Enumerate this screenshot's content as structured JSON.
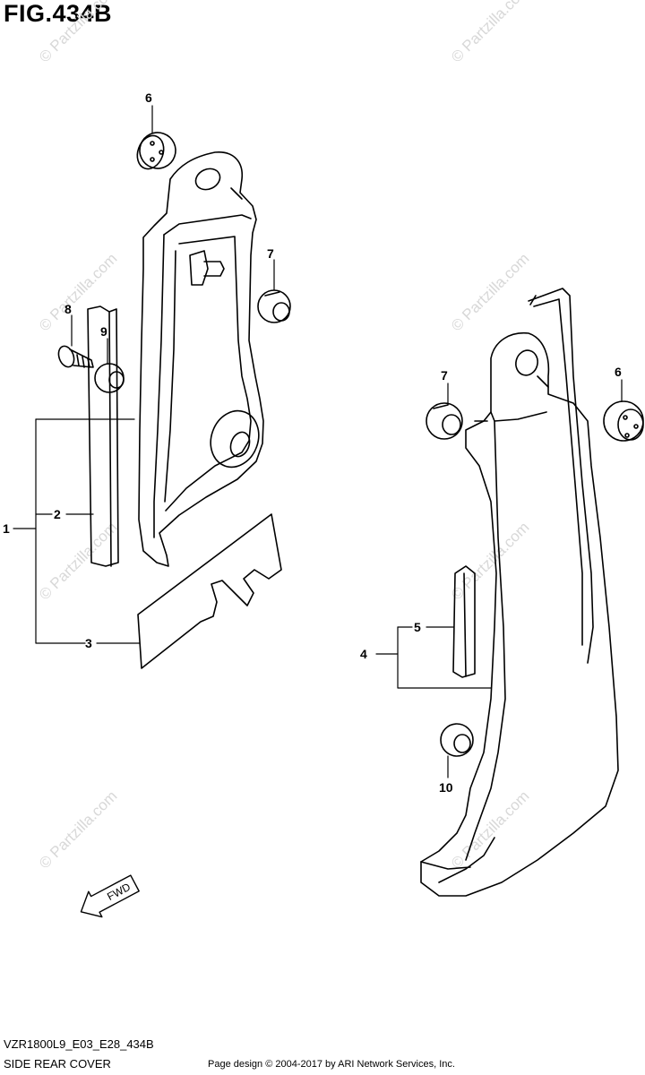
{
  "figure_title": "FIG.434B",
  "watermark_text": "© Partzilla.com",
  "part_labels": [
    "1",
    "2",
    "3",
    "4",
    "5",
    "6",
    "6",
    "7",
    "7",
    "8",
    "9",
    "10"
  ],
  "fwd_label": "FWD",
  "model_code": "VZR1800L9_E03_E28_434B",
  "section_name": "SIDE REAR COVER",
  "credit": "Page design © 2004-2017 by ARI Network Services, Inc."
}
